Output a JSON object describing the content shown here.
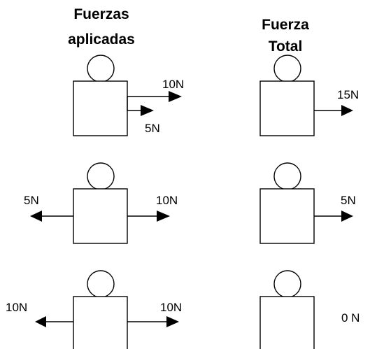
{
  "headings": {
    "applied": [
      "Fuerzas",
      "aplicadas"
    ],
    "total": [
      "Fuerza",
      "Total"
    ]
  },
  "rows": [
    {
      "applied": [
        {
          "direction": "right",
          "label": "10N"
        },
        {
          "direction": "right",
          "label": "5N"
        }
      ],
      "total": {
        "direction": "right",
        "label": "15N"
      }
    },
    {
      "applied": [
        {
          "direction": "left",
          "label": "5N"
        },
        {
          "direction": "right",
          "label": "10N"
        }
      ],
      "total": {
        "direction": "right",
        "label": "5N"
      }
    },
    {
      "applied": [
        {
          "direction": "left",
          "label": "10N"
        },
        {
          "direction": "right",
          "label": "10N"
        }
      ],
      "total": {
        "direction": "none",
        "label": "0 N"
      }
    }
  ],
  "colors": {
    "stroke": "#000000",
    "fill": "#ffffff"
  }
}
